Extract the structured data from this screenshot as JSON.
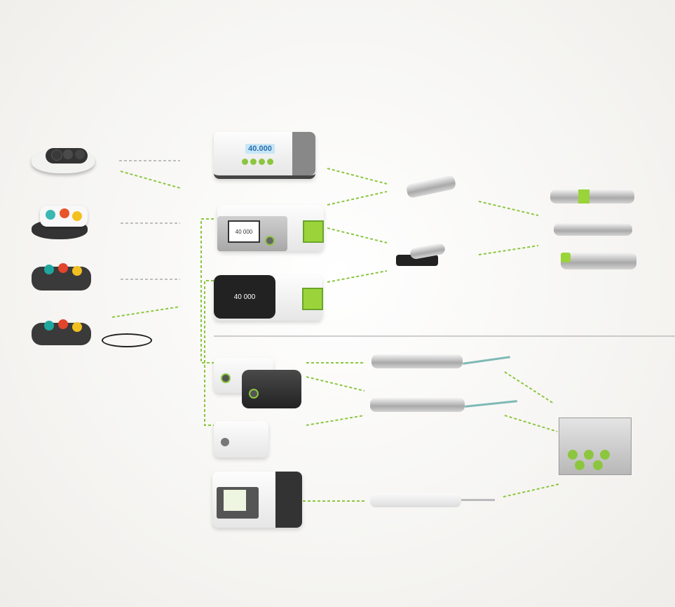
{
  "devices": {
    "unit_1": {
      "display": "40.000"
    },
    "unit_2": {
      "display": "40 000"
    },
    "unit_3": {
      "display": "40 000"
    }
  },
  "colors": {
    "accent": "#8cc63f",
    "connector_gray": "#9a9a9a",
    "divider": "#a0a0a0"
  }
}
